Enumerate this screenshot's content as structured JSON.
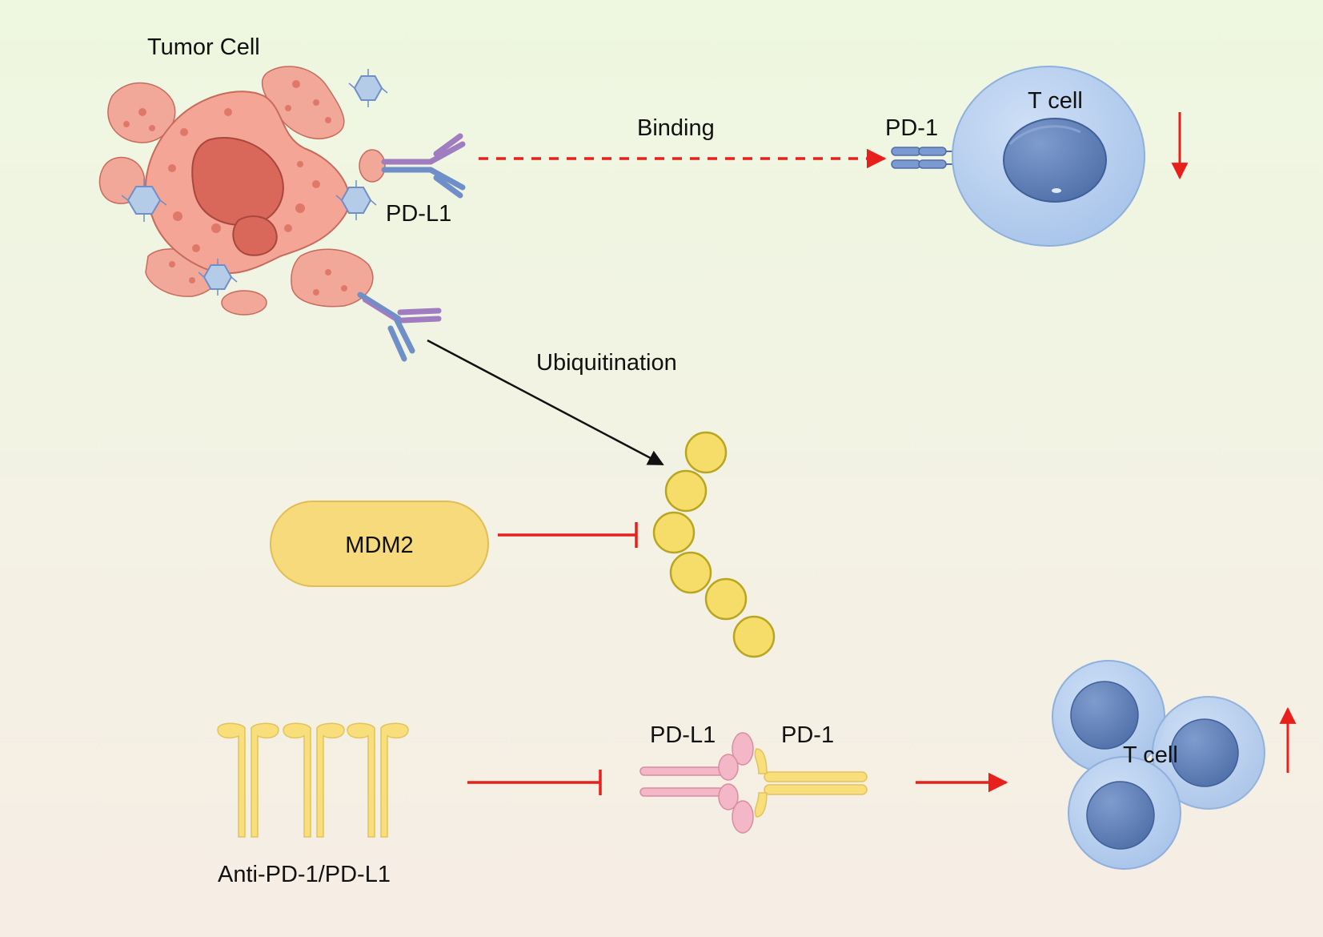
{
  "labels": {
    "tumor_cell": "Tumor Cell",
    "pd_l1_top": "PD-L1",
    "binding": "Binding",
    "pd_1_top": "PD-1",
    "t_cell_top": "T cell",
    "ubiquitination": "Ubiquitination",
    "mdm2": "MDM2",
    "anti_pd": "Anti-PD-1/PD-L1",
    "pd_l1_bottom": "PD-L1",
    "pd_1_bottom": "PD-1",
    "t_cell_bottom": "T cell"
  },
  "indicators": {
    "t_cell_top": "down",
    "t_cell_bottom": "up"
  },
  "colors": {
    "inhibit_red": "#e8201c",
    "tumor_pink": "#f0a090",
    "tcell_blue": "#b8d0ee",
    "nucleus_blue": "#5f7fb8",
    "ubiquitin_yellow": "#f6dd6a",
    "mdm2_yellow": "#f6da7c",
    "antibody_yellow": "#f8df7c",
    "pdl1_pink": "#f4b7c7",
    "receptor_purple": "#a07cc0",
    "receptor_blue": "#6f8fc8"
  }
}
